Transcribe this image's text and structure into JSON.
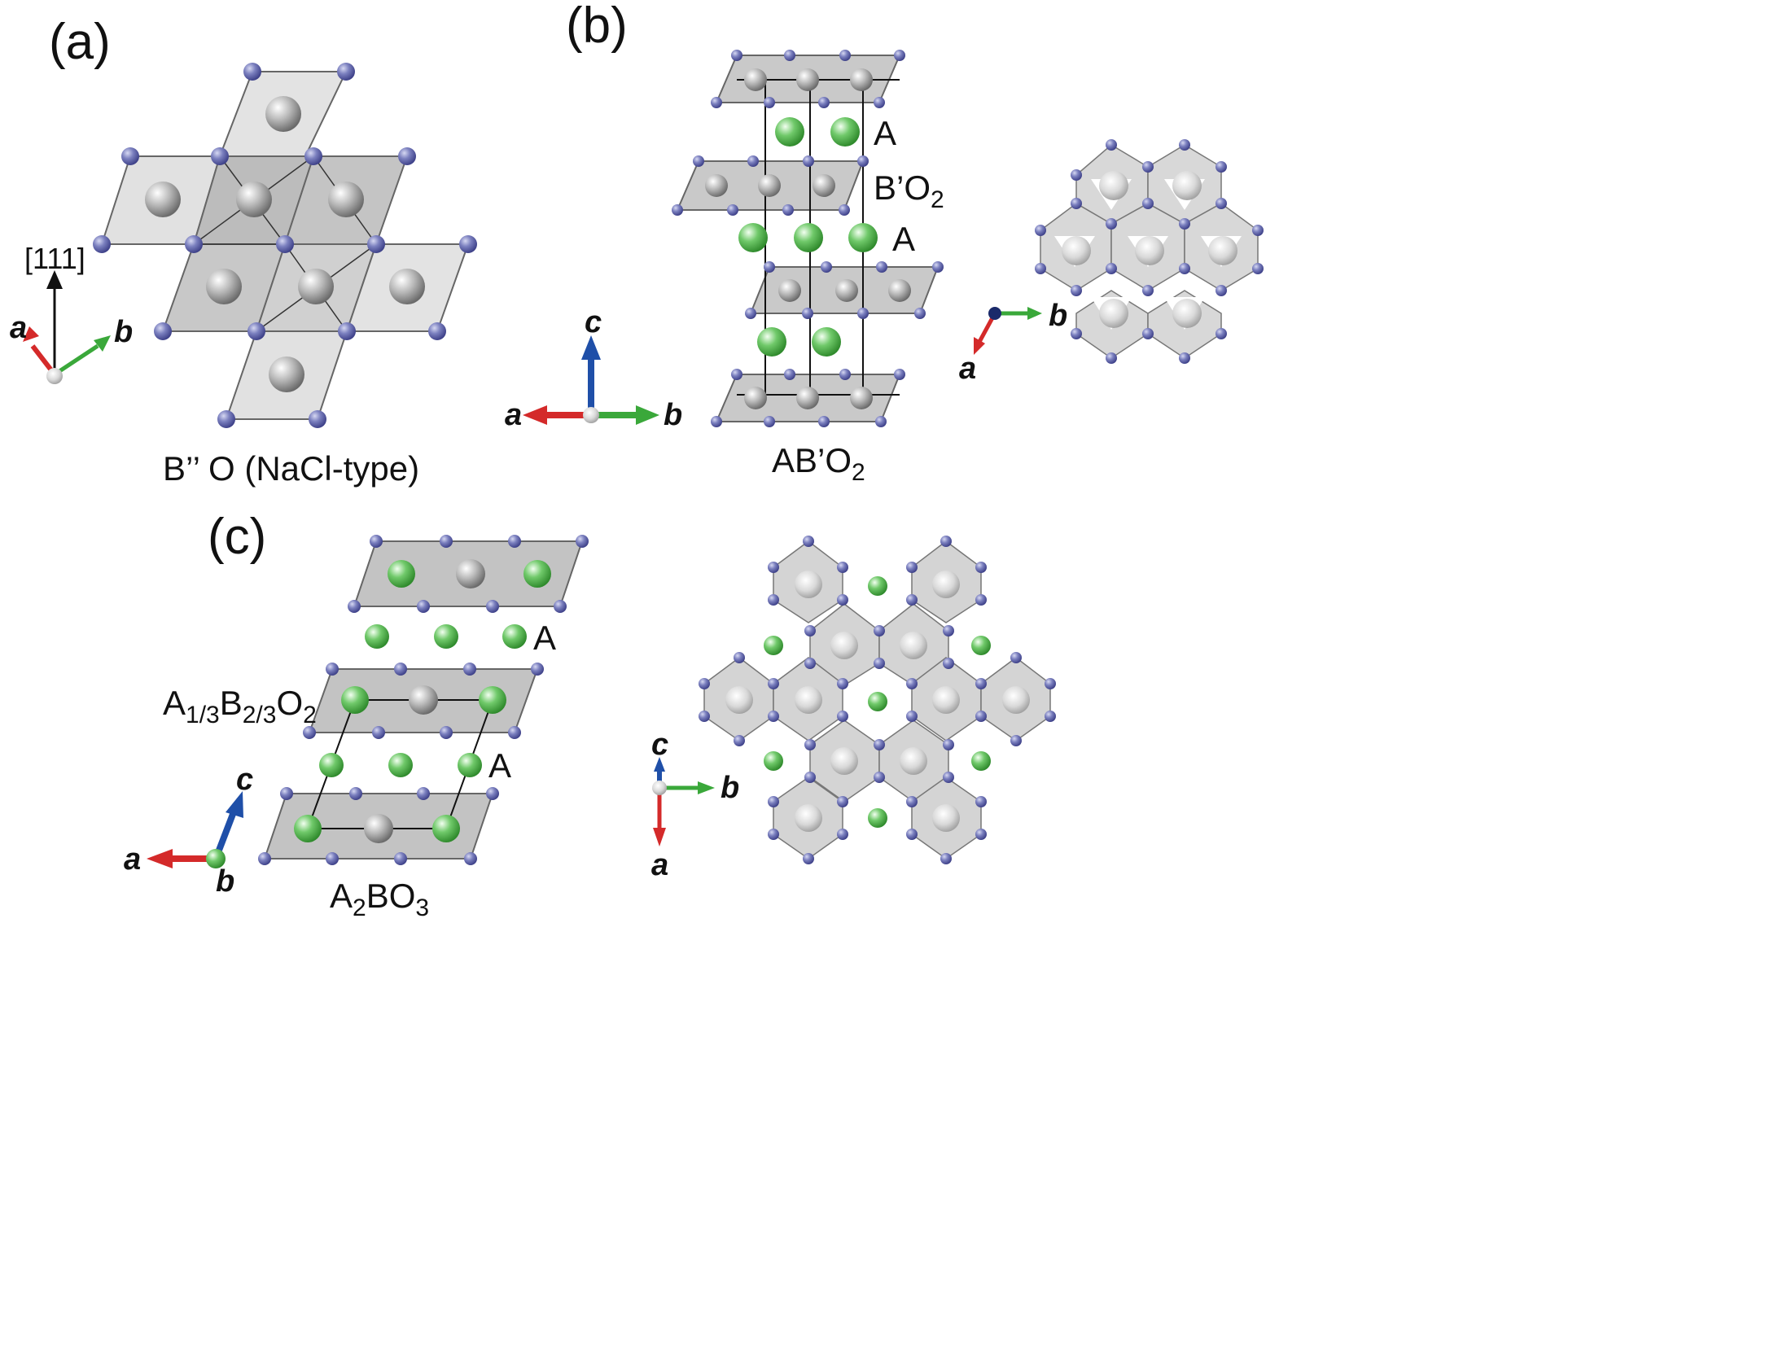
{
  "panels": {
    "a": {
      "label": "(a)",
      "caption_main": "B’’ O (NaCl-type)",
      "axis_dir": "[111]",
      "axis_a": "a",
      "axis_b": "b"
    },
    "b": {
      "label": "(b)",
      "site_a_top": "A",
      "site_b": "B’O",
      "site_b_sub": "2",
      "site_a_mid": "A",
      "caption_main": "AB’O",
      "caption_sub": "2",
      "axis_c": "c",
      "axis_a": "a",
      "axis_b": "b",
      "topview_axis_b": "b",
      "topview_axis_a": "a"
    },
    "c": {
      "label": "(c)",
      "site_a_top": "A",
      "layer_label": [
        "A",
        "1/3",
        "B",
        "2/3",
        "O",
        "2"
      ],
      "site_a_mid": "A",
      "caption": [
        "A",
        "2",
        "BO",
        "3"
      ],
      "axis_c": "c",
      "axis_a": "a",
      "axis_b": "b",
      "topview_axis_c": "c",
      "topview_axis_b": "b",
      "topview_axis_a": "a"
    }
  },
  "colors": {
    "oxygen": "#6e72b4",
    "cation_b": "#b3b3b3",
    "cation_a": "#5fbf5a",
    "poly_light": "#e3e3e3",
    "poly_dark": "#b9b9b9",
    "axis_a": "#d42a2a",
    "axis_b": "#3aa83a",
    "axis_c": "#1f4fa8",
    "axis_111": "#111111"
  }
}
